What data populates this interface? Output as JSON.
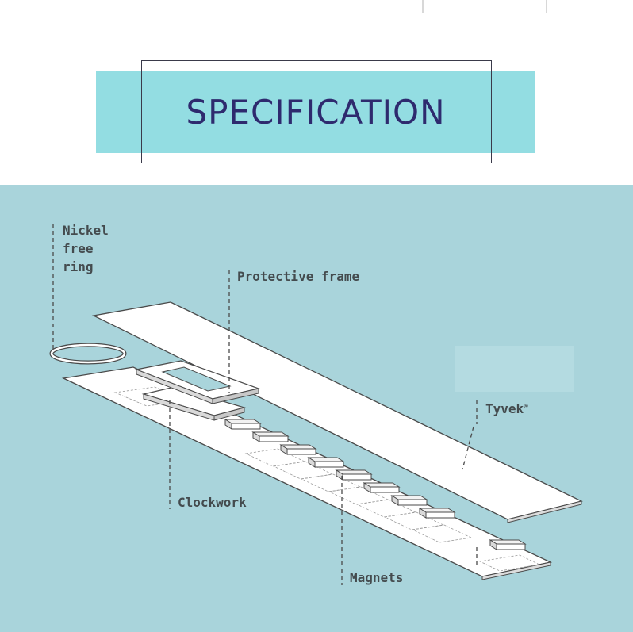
{
  "header": {
    "title": "SPECIFICATION"
  },
  "diagram": {
    "labels": {
      "nickel_line1": "Nickel",
      "nickel_line2": "free",
      "nickel_line3": "ring",
      "protective_frame": "Protective frame",
      "tyvek": "Tyvek",
      "tyvek_mark": "®",
      "clockwork": "Clockwork",
      "magnets": "Magnets"
    },
    "colors": {
      "background": "#a9d4db",
      "title": "#2e2a6e",
      "banner": "#93dde2",
      "part_fill": "#ffffff",
      "outline": "#4a4a4a"
    }
  }
}
